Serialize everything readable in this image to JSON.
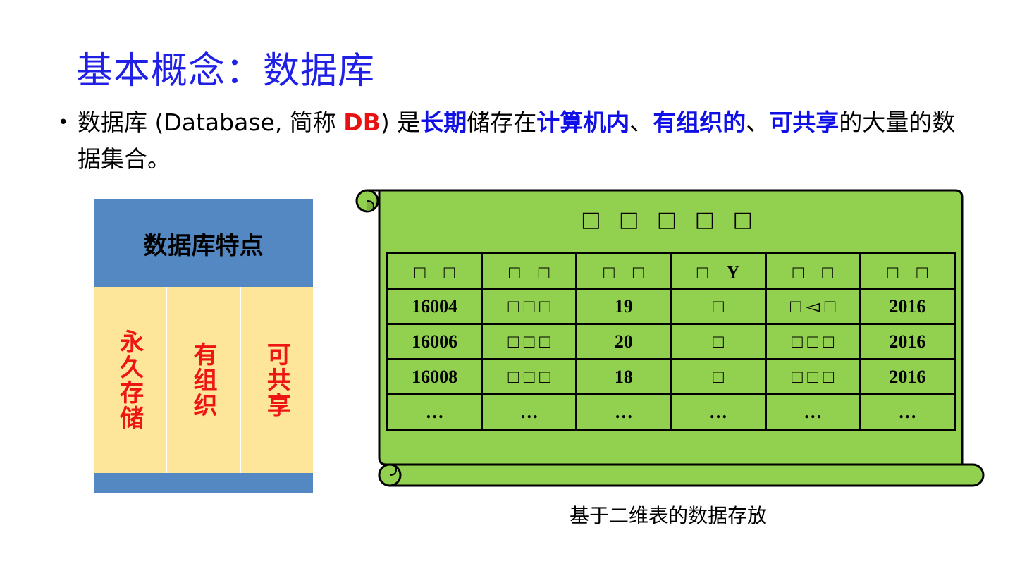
{
  "title": "基本概念：数据库",
  "bullet": {
    "dot": "•",
    "p1": "数据库 (Database, 简称 ",
    "db": "DB",
    "p2": ") 是",
    "k1": "长期",
    "p3": "储存在",
    "k2": "计算机内",
    "sep1": "、",
    "k3": "有组织的",
    "sep2": "、",
    "k4": "可共享",
    "p4": "的大量的数据集合。"
  },
  "features": {
    "heading": "数据库特点",
    "items": [
      "永久存储",
      "有组织",
      "可共享"
    ]
  },
  "table": {
    "title": "□ □ □ □ □",
    "header": [
      "□　□",
      "□　□",
      "□　□",
      "□　Y",
      "□　□",
      "□　□"
    ],
    "rows": [
      [
        "16004",
        "□ □ □",
        "19",
        "□",
        "□ ◅ □",
        "2016"
      ],
      [
        "16006",
        "□ □ □",
        "20",
        "□",
        "□ □ □",
        "2016"
      ],
      [
        "16008",
        "□ □ □",
        "18",
        "□",
        "□ □ □",
        "2016"
      ],
      [
        "…",
        "…",
        "…",
        "…",
        "…",
        "…"
      ]
    ]
  },
  "caption": "基于二维表的数据存放",
  "colors": {
    "title": "#1f1fe6",
    "keyword_blue": "#1010e6",
    "keyword_red": "#e81010",
    "feature_header": "#5488c2",
    "feature_body": "#fde59a",
    "scroll_green": "#92d050"
  }
}
